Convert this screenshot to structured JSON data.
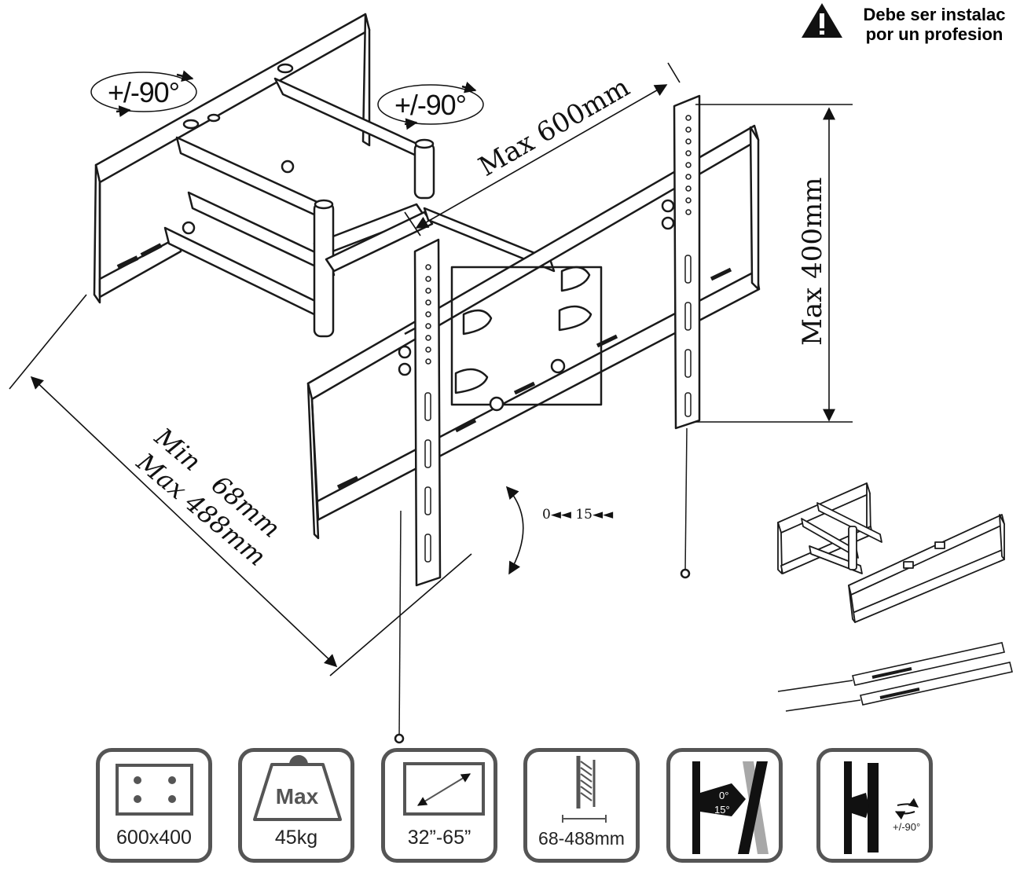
{
  "warning": {
    "line1": "Debe ser instalac",
    "line2": "por un profesion",
    "icon": "warning-triangle-icon",
    "icon_color": "#111111"
  },
  "annotations": {
    "swivel_left": "+/-90°",
    "swivel_right": "+/-90°",
    "max_width": "Max 600mm",
    "max_height": "Max 400mm",
    "extension_min": "Min   68mm",
    "extension_max": "Max 488mm",
    "tilt": "0◄◄ 15◄◄"
  },
  "specs": [
    {
      "icon": "vesa-pattern-icon",
      "label": "600x400"
    },
    {
      "icon": "max-load-weight-icon",
      "label": "45kg",
      "icon_text": "Max"
    },
    {
      "icon": "screen-size-icon",
      "label": "32”-65”"
    },
    {
      "icon": "wall-extension-icon",
      "label": "68-488mm"
    },
    {
      "icon": "tilt-icon",
      "label": "",
      "tilt_top": "0°",
      "tilt_bottom": "15°"
    },
    {
      "icon": "swivel-icon",
      "label": "",
      "swivel_text": "+/-90°"
    }
  ],
  "colors": {
    "line": "#1a1a1a",
    "box_border": "#555555",
    "tilt_gray": "#a8a8a8"
  }
}
